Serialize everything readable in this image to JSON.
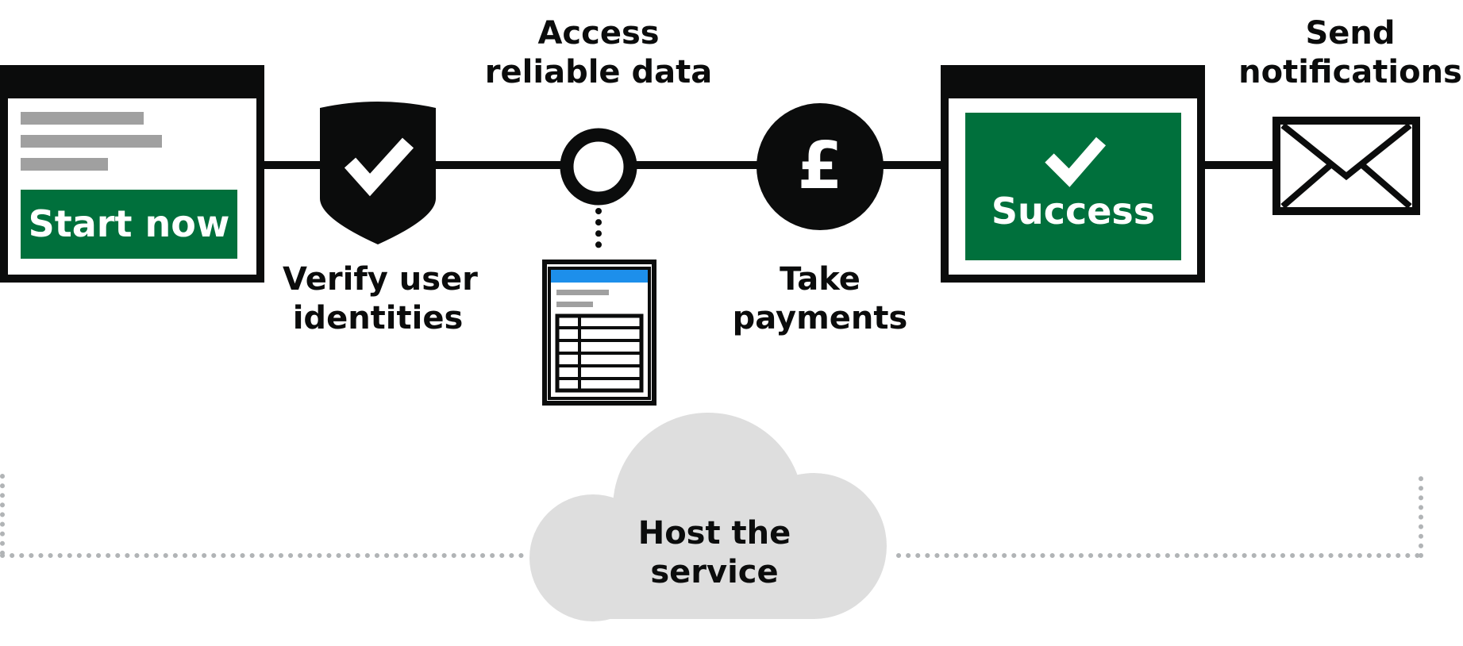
{
  "colors": {
    "ink": "#0b0c0c",
    "green": "#00703c",
    "blue": "#1d8feb",
    "grey_bar": "#a0a0a0",
    "cloud": "#dedede",
    "dotted": "#b1b4b6",
    "white": "#ffffff"
  },
  "steps": {
    "start": {
      "button_label": "Start now"
    },
    "verify": {
      "label_line1": "Verify user",
      "label_line2": "identities",
      "icon": "shield-check-icon"
    },
    "data": {
      "label_line1": "Access",
      "label_line2": "reliable data",
      "icon": "data-node-icon",
      "doc_icon": "spreadsheet-document-icon"
    },
    "payments": {
      "label_line1": "Take",
      "label_line2": "payments",
      "icon": "pound-coin-icon",
      "symbol": "£"
    },
    "success": {
      "banner_label": "Success",
      "icon": "check-icon"
    },
    "notify": {
      "label_line1": "Send",
      "label_line2": "notifications",
      "icon": "envelope-icon"
    }
  },
  "hosting": {
    "label_line1": "Host the",
    "label_line2": "service",
    "icon": "cloud-icon"
  }
}
